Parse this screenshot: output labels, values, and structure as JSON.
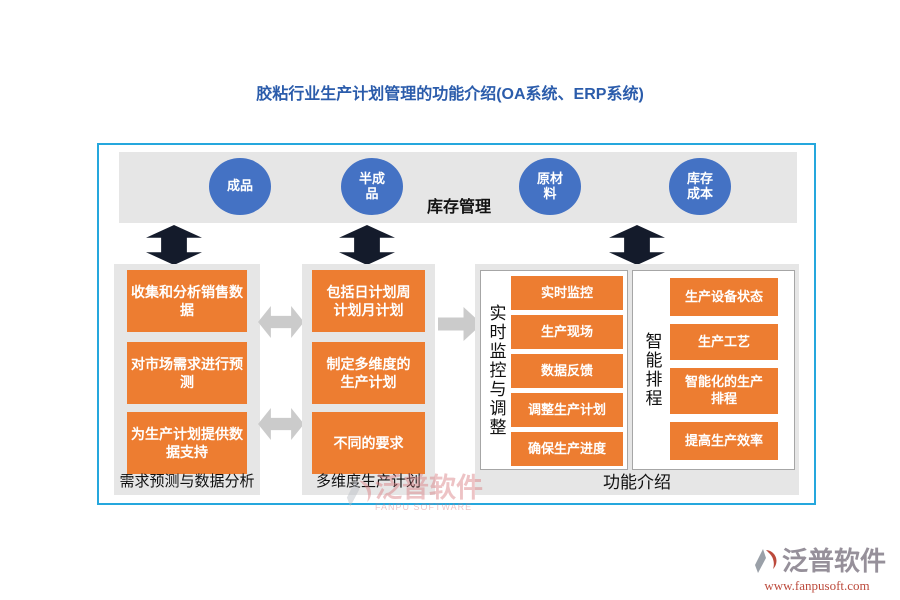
{
  "title": "胶粘行业生产计划管理的功能介绍(OA系统、ERP系统)",
  "inventory": {
    "label": "库存管理",
    "nodes": [
      "成品",
      "半成品",
      "原材料",
      "库存成本"
    ]
  },
  "demand_group": {
    "label": "需求预测与数据分析",
    "items": [
      "收集和分析销售数据",
      "对市场需求进行预测",
      "为生产计划提供数据支持"
    ]
  },
  "plan_group": {
    "label": "多维度生产计划",
    "items": [
      "包括日计划周计划月计划",
      "制定多维度的生产计划",
      "不同的要求"
    ]
  },
  "function_group": {
    "label": "功能介绍",
    "monitor": {
      "label": "实时监控与调整",
      "items": [
        "实时监控",
        "生产现场",
        "数据反馈",
        "调整生产计划",
        "确保生产进度"
      ]
    },
    "schedule": {
      "label": "智能排程",
      "items": [
        "生产设备状态",
        "生产工艺",
        "智能化的生产排程",
        "提高生产效率"
      ]
    }
  },
  "watermark_center": {
    "name": "泛普软件",
    "name_en": "FANPU SOFTWARE"
  },
  "watermark_footer": {
    "name": "泛普软件",
    "url": "www.fanpusoft.com"
  },
  "colors": {
    "title_blue": "#2B5CAB",
    "border_teal": "#25A7DD",
    "node_blue": "#4472C4",
    "box_orange": "#ED7D31",
    "panel_gray": "#E6E6E6",
    "arrow_dark": "#141B2B",
    "arrow_gray": "#CBCBCB",
    "watermark_red": "#BC4A3C"
  }
}
